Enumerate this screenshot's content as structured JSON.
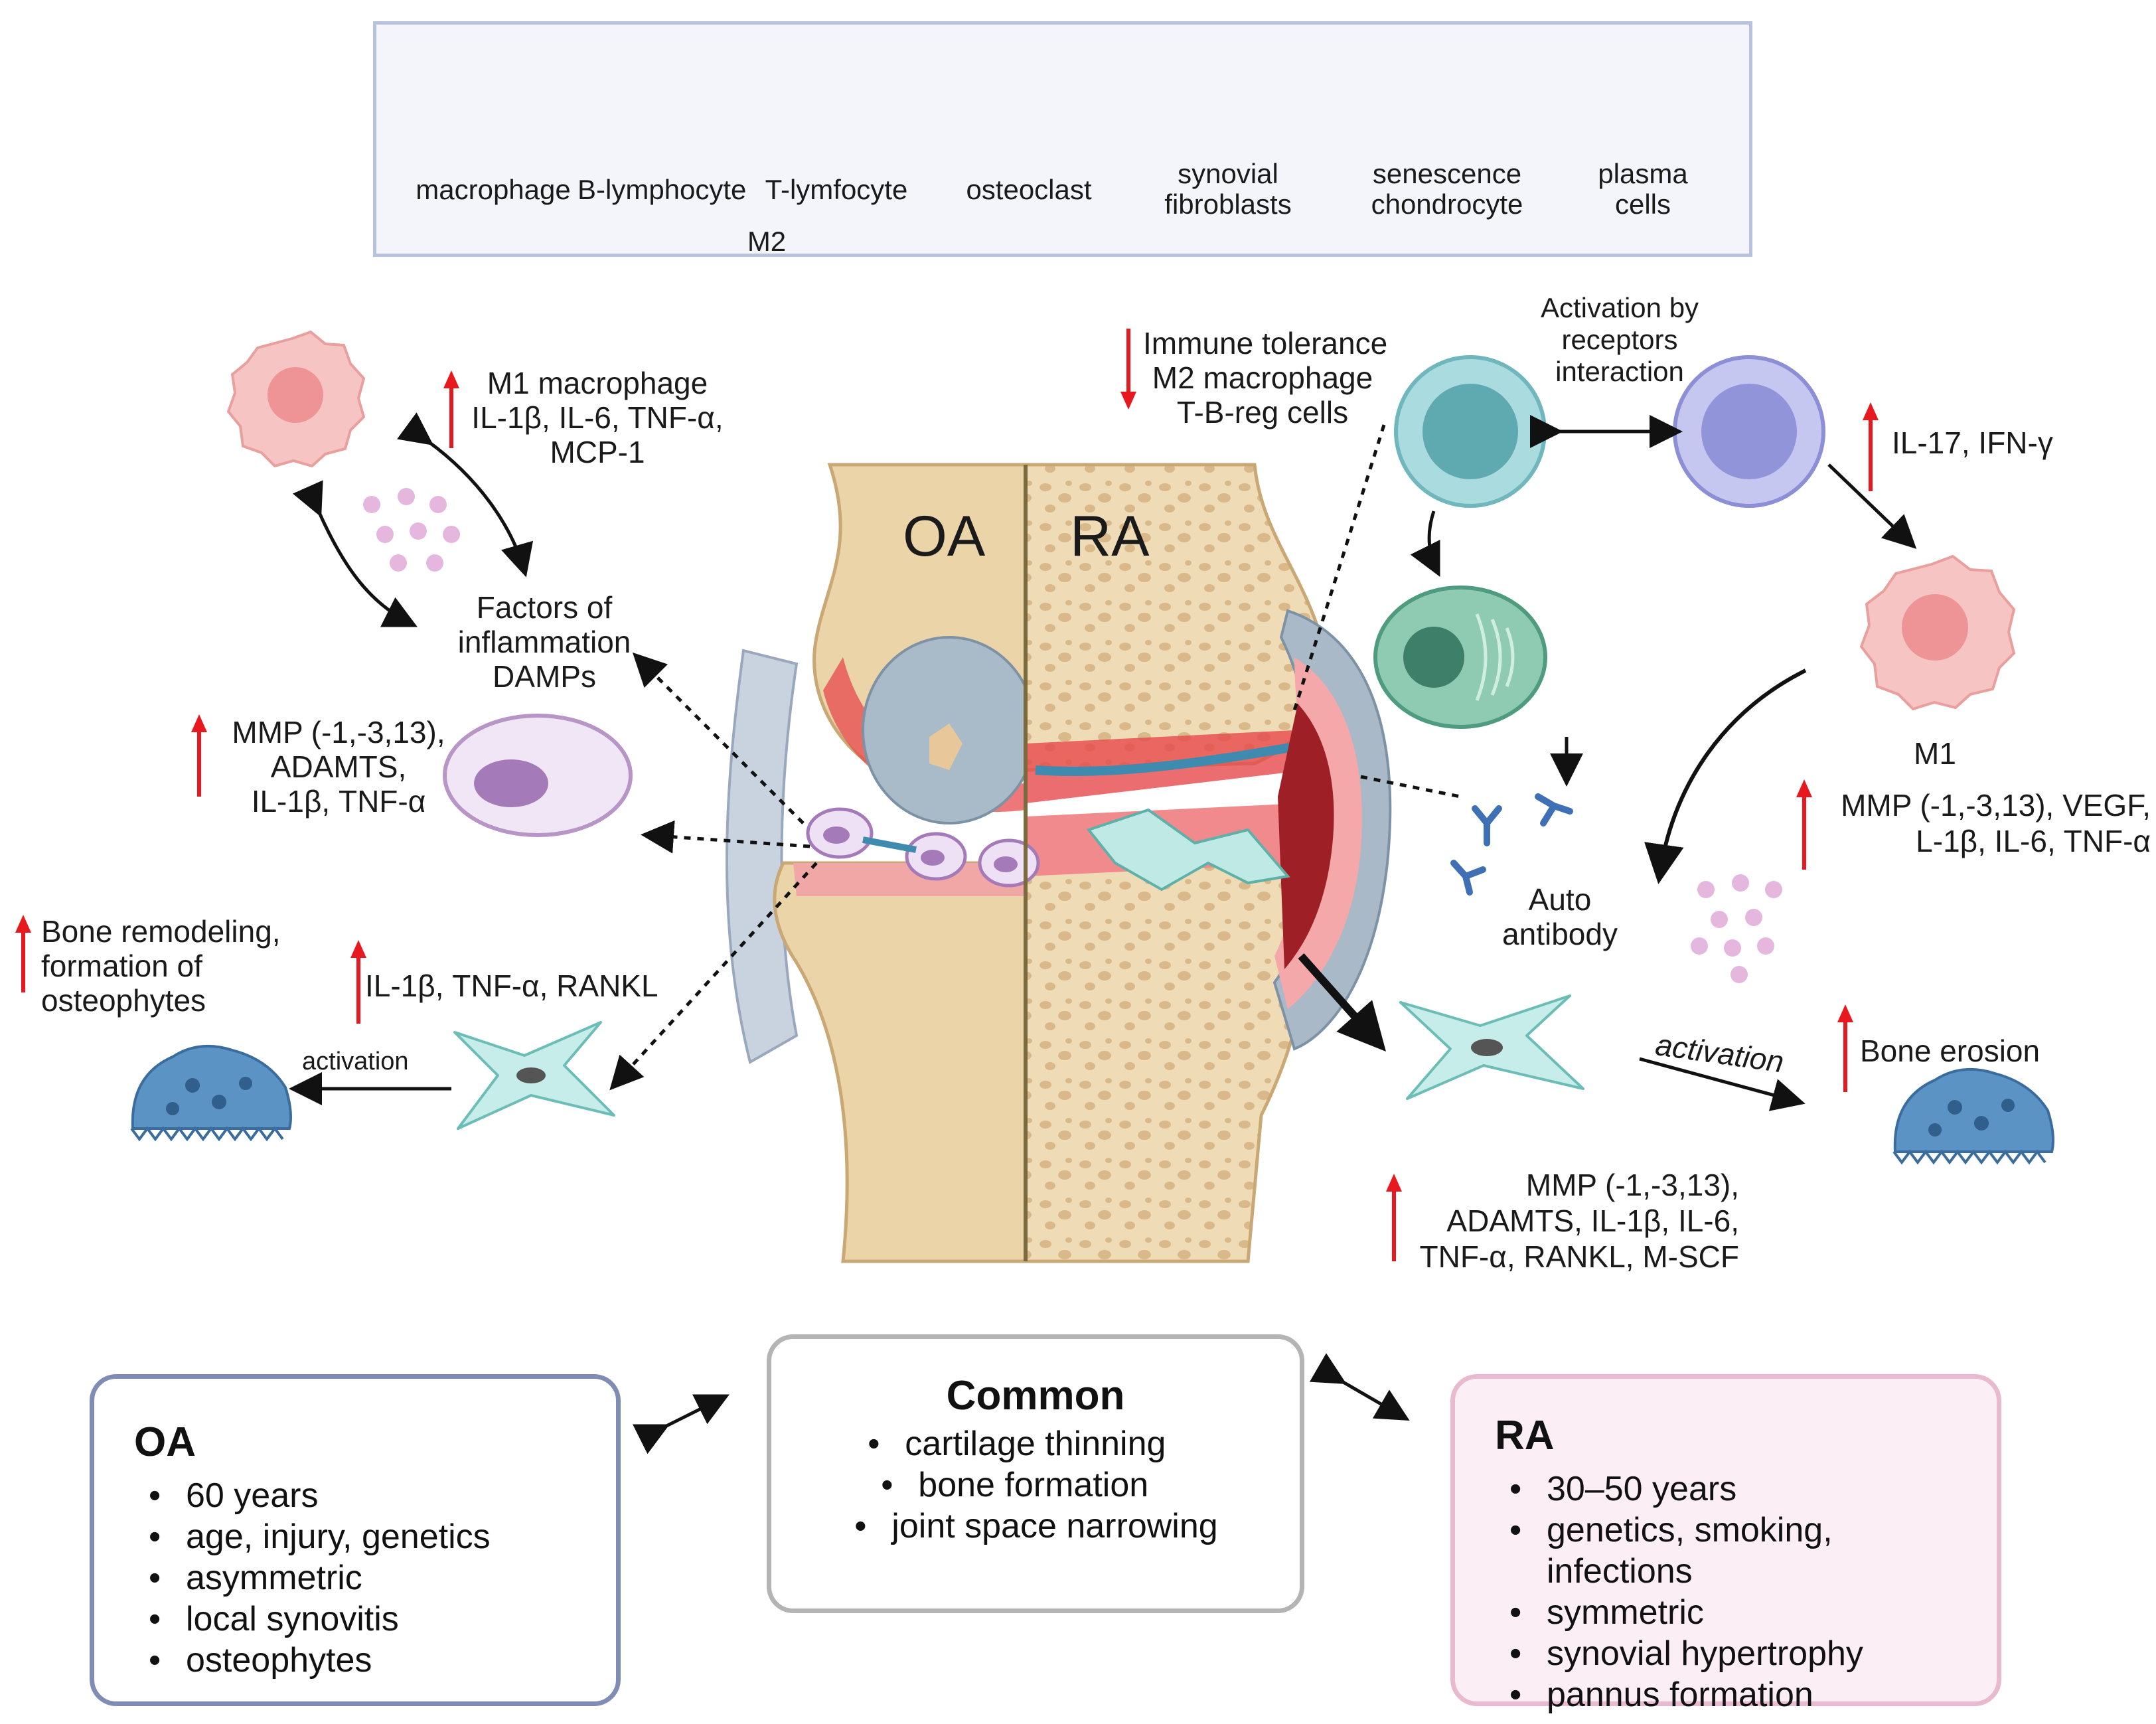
{
  "legend": {
    "macrophage": "macrophage",
    "macrophage_sub": "M2",
    "b_lymphocyte": "B-lymphocyte",
    "t_lymfocyte": "T-lymfocyte",
    "osteoclast": "osteoclast",
    "synovial_l1": "synovial",
    "synovial_l2": "fibroblasts",
    "senescence_l1": "senescence",
    "senescence_l2": "chondrocyte",
    "plasma_l1": "plasma",
    "plasma_l2": "cells"
  },
  "knee": {
    "oa_label": "OA",
    "ra_label": "RA"
  },
  "left_side": {
    "m1_lines": [
      "M1 macrophage",
      "IL-1β, IL-6, TNF-α,",
      "MCP-1"
    ],
    "factors_lines": [
      "Factors of",
      "inflammation",
      "DAMPs"
    ],
    "mmp_lines": [
      "MMP (-1,-3,13),",
      "ADAMTS,",
      "IL-1β, TNF-α"
    ],
    "bone_lines": [
      "Bone remodeling,",
      "formation of",
      "osteophytes"
    ],
    "il_rankl": "IL-1β, TNF-α, RANKL",
    "activation": "activation"
  },
  "right_side": {
    "immune_lines": [
      "Immune tolerance",
      "M2 macrophage",
      "T-B-reg cells"
    ],
    "activation_receptors_lines": [
      "Activation by",
      "receptors",
      "interaction"
    ],
    "il17": "IL-17, IFN-γ",
    "m1": "M1",
    "mmp_vegf_lines": [
      "MMP (-1,-3,13),  VEGF,",
      "L-1β, IL-6, TNF-α"
    ],
    "auto_antibody_lines": [
      "Auto",
      "antibody"
    ],
    "activation": "activation",
    "bone_erosion": "Bone erosion",
    "mmp_bottom_lines": [
      "MMP (-1,-3,13),",
      "ADAMTS,  IL-1β, IL-6,",
      "TNF-α, RANKL, M-SCF"
    ]
  },
  "boxes": {
    "oa": {
      "title": "OA",
      "items": [
        "60 years",
        "age, injury, genetics",
        "asymmetric",
        "local synovitis",
        "osteophytes"
      ]
    },
    "common": {
      "title": "Common",
      "items": [
        "cartilage thinning",
        "bone formation",
        "joint space narrowing"
      ]
    },
    "ra": {
      "title": "RA",
      "items": [
        "30–50 years",
        "genetics, smoking, infections",
        "symmetric",
        "synovial hypertrophy",
        "pannus formation"
      ]
    }
  },
  "colors": {
    "up_arrow": "#e8191e",
    "oa_box_border": "#7f8db5",
    "common_box_border": "#b4b4b4",
    "ra_box_border": "#e8b9cf",
    "legend_border": "#b7c3de",
    "bone": "#ecd6ad",
    "inflammation": "#e4343a"
  }
}
